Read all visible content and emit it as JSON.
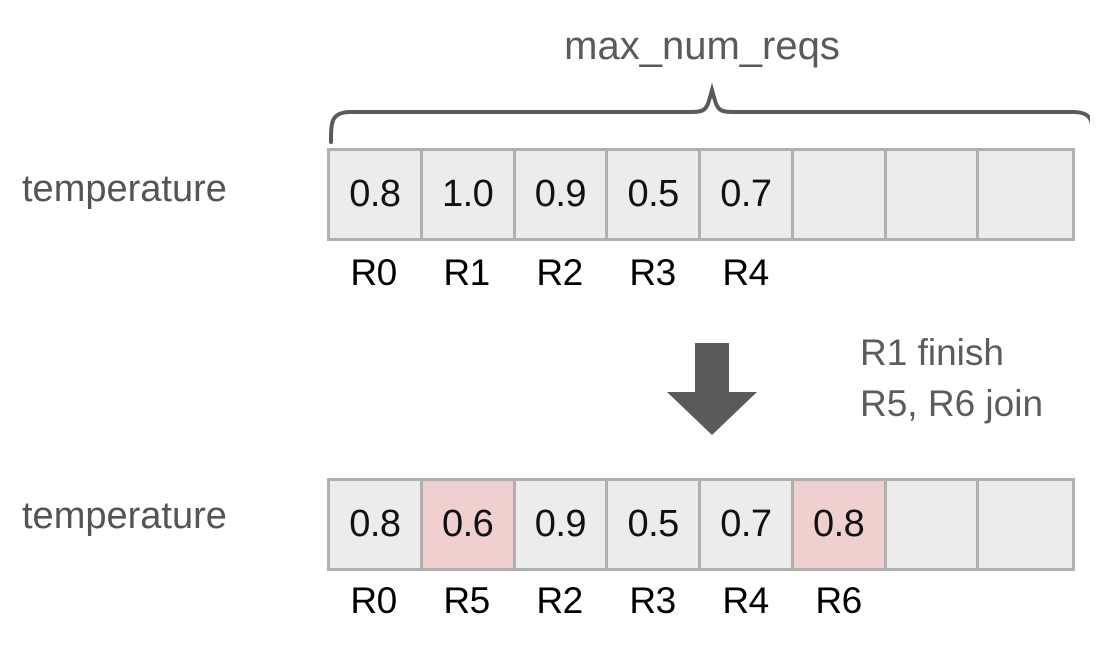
{
  "diagram": {
    "title": "max_num_reqs",
    "row_label": "temperature",
    "brace_label_icon": "curly-brace-icon",
    "arrow_icon": "down-arrow-icon",
    "colors": {
      "cell_fill": "#ececec",
      "cell_border": "#b0b0b0",
      "highlight_fill": "#f0cfcf",
      "text_muted": "#5a5a5a",
      "text_value": "#111111",
      "arrow": "#5a5a5a"
    }
  },
  "before": {
    "label": "temperature",
    "num_slots": 8,
    "cells": [
      {
        "value": "0.8",
        "highlight": false,
        "empty": false
      },
      {
        "value": "1.0",
        "highlight": false,
        "empty": false
      },
      {
        "value": "0.9",
        "highlight": false,
        "empty": false
      },
      {
        "value": "0.5",
        "highlight": false,
        "empty": false
      },
      {
        "value": "0.7",
        "highlight": false,
        "empty": false
      },
      {
        "value": "",
        "highlight": false,
        "empty": true
      },
      {
        "value": "",
        "highlight": false,
        "empty": true
      },
      {
        "value": "",
        "highlight": false,
        "empty": true
      }
    ],
    "req_labels": [
      "R0",
      "R1",
      "R2",
      "R3",
      "R4",
      "",
      "",
      ""
    ]
  },
  "transition": {
    "notes": [
      "R1 finish",
      "R5, R6 join"
    ]
  },
  "after": {
    "label": "temperature",
    "num_slots": 8,
    "cells": [
      {
        "value": "0.8",
        "highlight": false,
        "empty": false
      },
      {
        "value": "0.6",
        "highlight": true,
        "empty": false
      },
      {
        "value": "0.9",
        "highlight": false,
        "empty": false
      },
      {
        "value": "0.5",
        "highlight": false,
        "empty": false
      },
      {
        "value": "0.7",
        "highlight": false,
        "empty": false
      },
      {
        "value": "0.8",
        "highlight": true,
        "empty": false
      },
      {
        "value": "",
        "highlight": false,
        "empty": true
      },
      {
        "value": "",
        "highlight": false,
        "empty": true
      }
    ],
    "req_labels": [
      "R0",
      "R5",
      "R2",
      "R3",
      "R4",
      "R6",
      "",
      ""
    ]
  }
}
